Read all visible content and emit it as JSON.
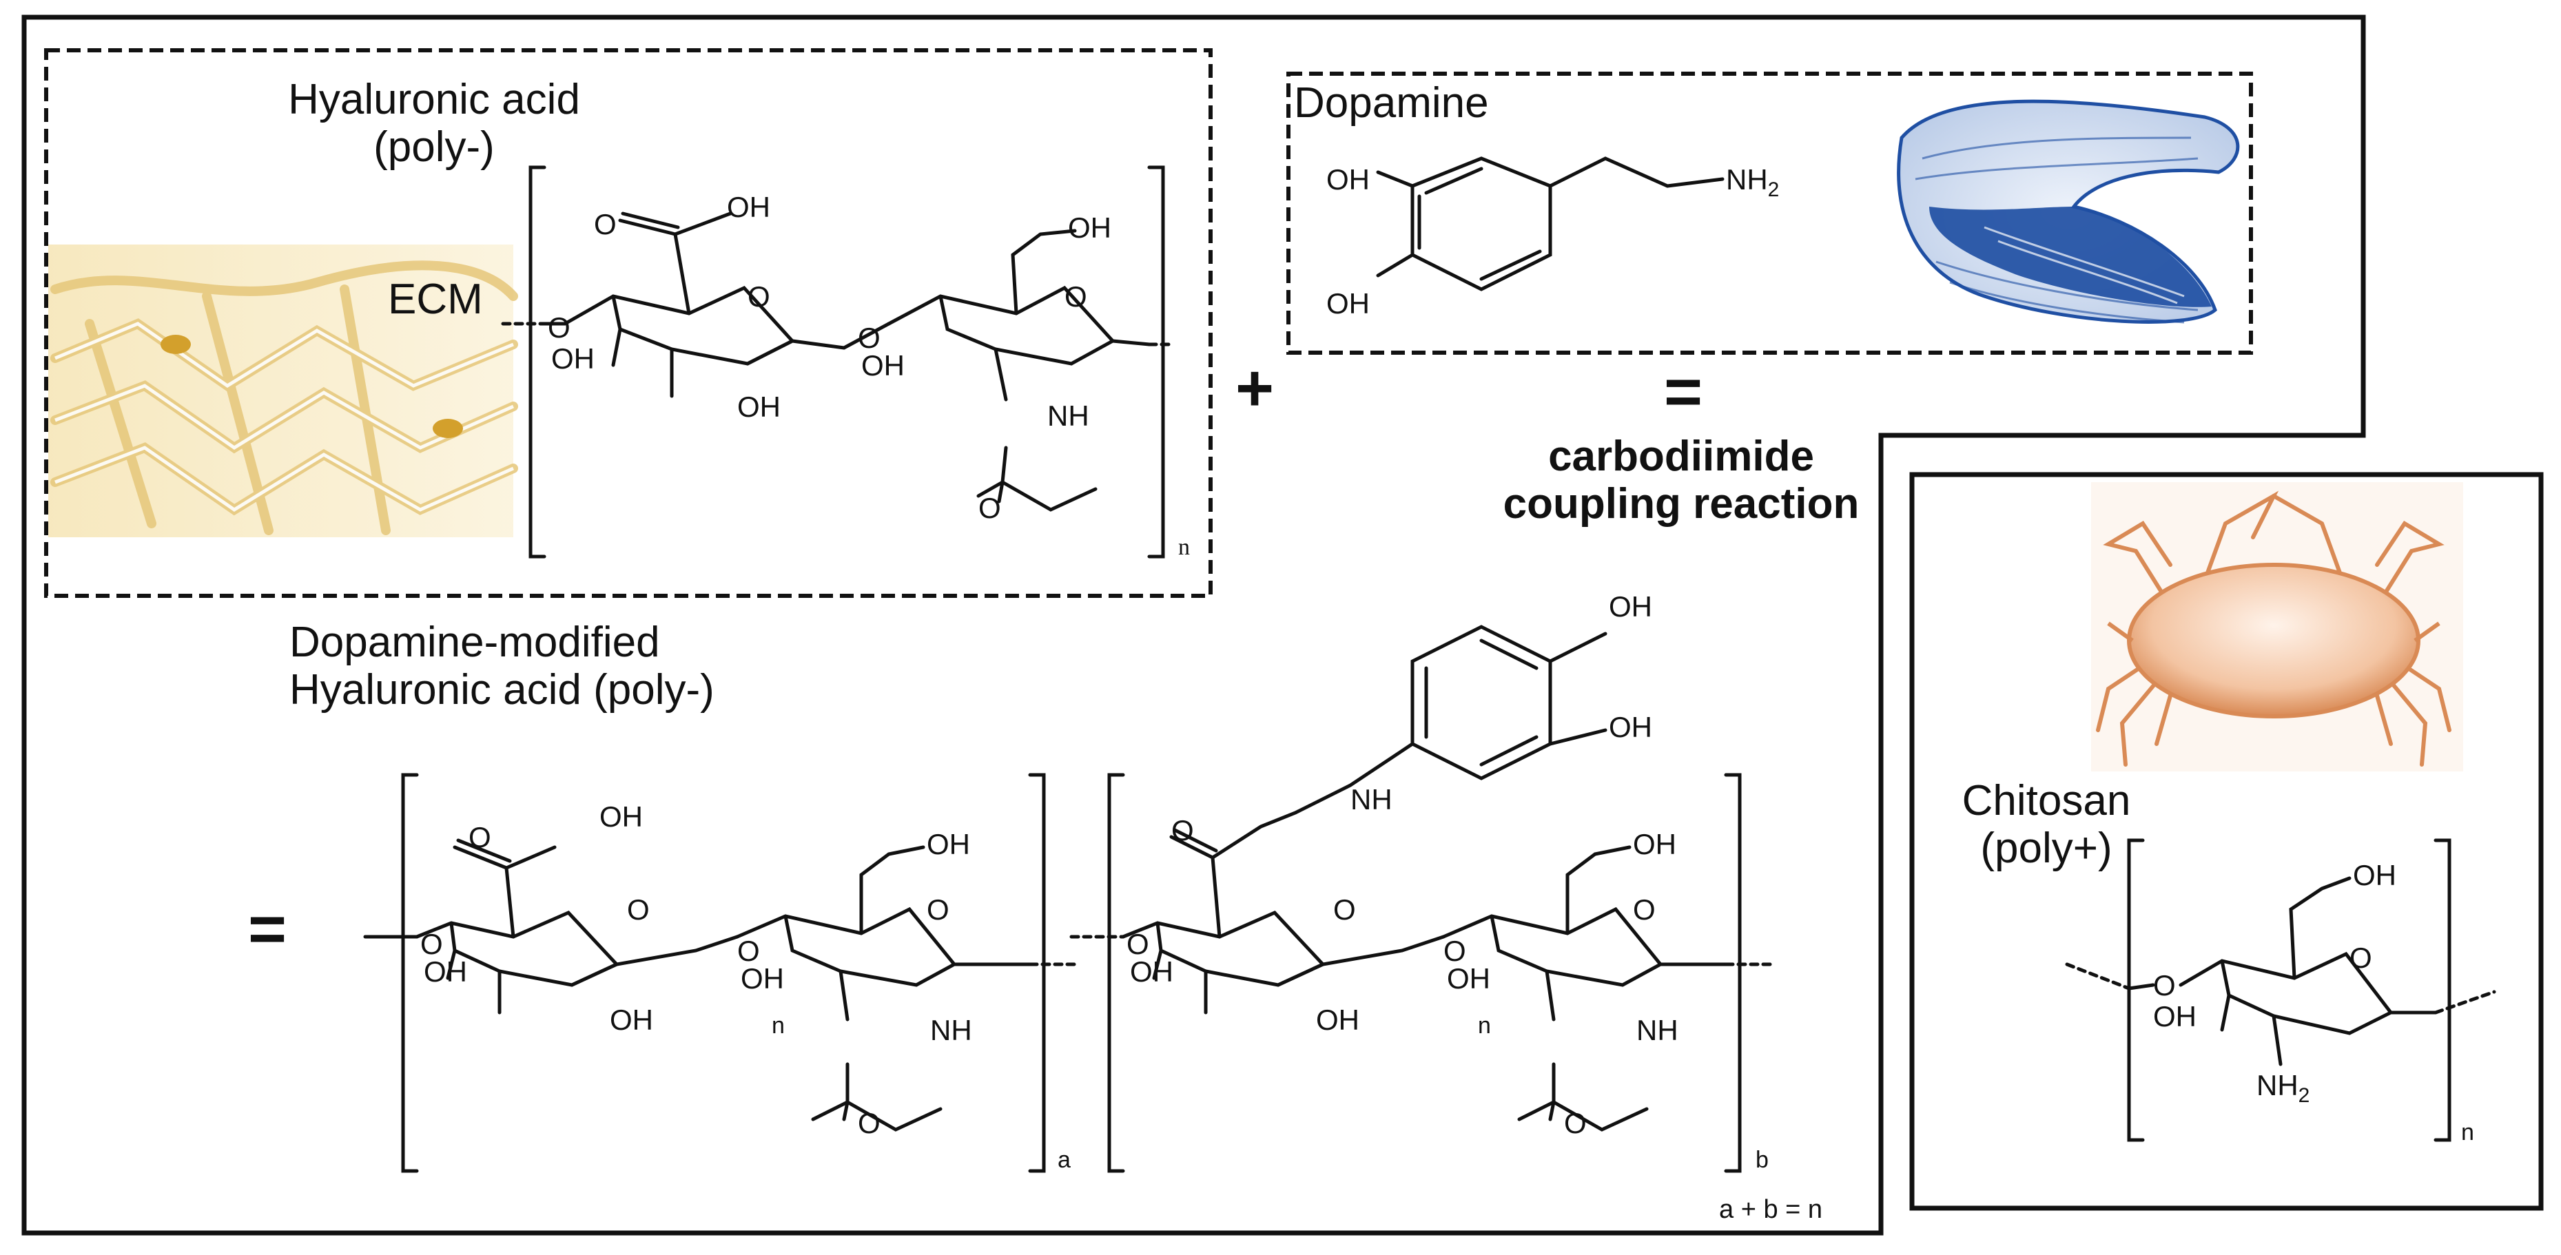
{
  "hyaluronic": {
    "title_line1": "Hyaluronic acid",
    "title_line2": "(poly-)",
    "ecm_label": "ECM",
    "repeat_n": "n"
  },
  "dopamine": {
    "title": "Dopamine"
  },
  "reaction": {
    "plus": "+",
    "equals": "=",
    "line1": "carbodiimide",
    "line2": "coupling reaction"
  },
  "modified": {
    "title_line1": "Dopamine-modified",
    "title_line2": "Hyaluronic acid (poly-)",
    "equals": "=",
    "sub_a": "a",
    "sub_b": "b",
    "inner_n": "n",
    "sum": "a + b = n"
  },
  "chitosan": {
    "title_line1": "Chitosan",
    "title_line2": "(poly+)",
    "repeat_n": "n"
  },
  "atoms": {
    "oh": "OH",
    "o": "O",
    "nh": "NH",
    "nh2_main": "NH",
    "nh2_sub": "2"
  },
  "colors": {
    "ink": "#111111",
    "ecm_gold": "#d9b45a",
    "mussel_blue": "#1f4fa3",
    "crab_orange": "#d98a55"
  }
}
